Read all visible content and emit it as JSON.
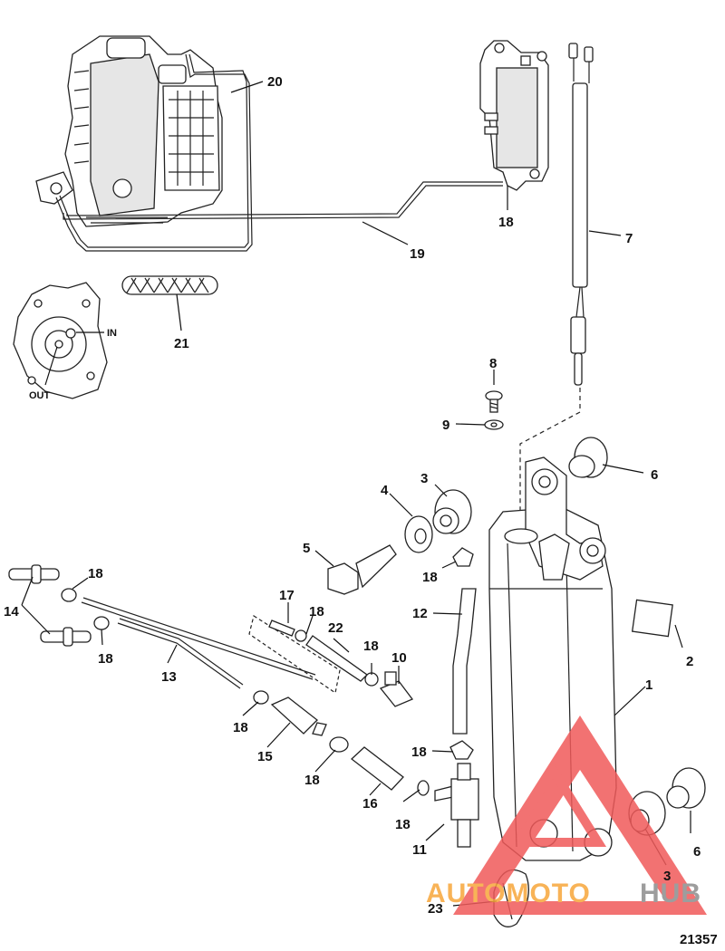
{
  "diagram": {
    "figure_number": "21357",
    "port_labels": {
      "in": "IN",
      "out": "OUT"
    },
    "callouts": {
      "c1": "1",
      "c2": "2",
      "c3a": "3",
      "c3b": "3",
      "c4": "4",
      "c5": "5",
      "c6a": "6",
      "c6b": "6",
      "c7": "7",
      "c8": "8",
      "c9": "9",
      "c10": "10",
      "c11": "11",
      "c12": "12",
      "c13": "13",
      "c14": "14",
      "c15": "15",
      "c16": "16",
      "c17": "17",
      "c18a": "18",
      "c18b": "18",
      "c18c": "18",
      "c18d": "18",
      "c18e": "18",
      "c18f": "18",
      "c18g": "18",
      "c18h": "18",
      "c18i": "18",
      "c19": "19",
      "c20": "20",
      "c21": "21",
      "c22": "22",
      "c23": "23"
    }
  },
  "watermark": {
    "part1": "AUTOMOTO",
    "part2": "HUB",
    "colors": {
      "triangle": "#f05a5a",
      "part1": "#f7a63a",
      "part2": "#8d8d8d"
    }
  }
}
